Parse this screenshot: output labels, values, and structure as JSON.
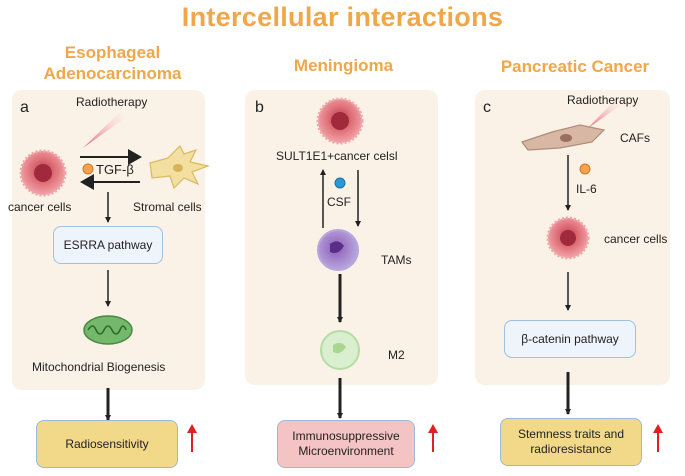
{
  "title": "Intercellular interactions",
  "columns": {
    "a": {
      "heading_line1": "Esophageal",
      "heading_line2": "Adenocarcinoma",
      "letter": "a",
      "radiotherapy": "Radiotherapy",
      "signal": "TGF-β",
      "cancer_cells": "cancer cells",
      "stromal_cells": "Stromal cells",
      "pathway": "ESRRA pathway",
      "mito": "Mitochondrial Biogenesis",
      "outcome": "Radiosensitivity"
    },
    "b": {
      "heading": "Meningioma",
      "letter": "b",
      "cancer_label": "SULT1E1+cancer celsl",
      "signal": "CSF",
      "tams": "TAMs",
      "m2": "M2",
      "outcome_line1": "Immunosuppressive",
      "outcome_line2": "Microenvironment"
    },
    "c": {
      "heading": "Pancreatic Cancer",
      "letter": "c",
      "radiotherapy": "Radiotherapy",
      "cafs": "CAFs",
      "signal": "IL-6",
      "cancer_cells": "cancer cells",
      "pathway": "β-catenin pathway",
      "outcome_line1": "Stemness traits and",
      "outcome_line2": "radioresistance"
    }
  },
  "colors": {
    "accent": "#f0a74a",
    "panel": "#faf2e6",
    "up_arrow": "#e02020",
    "pathway_border": "#9fc0e0",
    "outcome_yellow": "#f2d98a",
    "outcome_pink": "#f4c4c4"
  },
  "icons": [
    "cancer-cell-icon",
    "stromal-cell-icon",
    "mitochondrion-icon",
    "macrophage-icon",
    "fibroblast-icon",
    "radiation-beam-icon",
    "up-arrow-icon"
  ]
}
